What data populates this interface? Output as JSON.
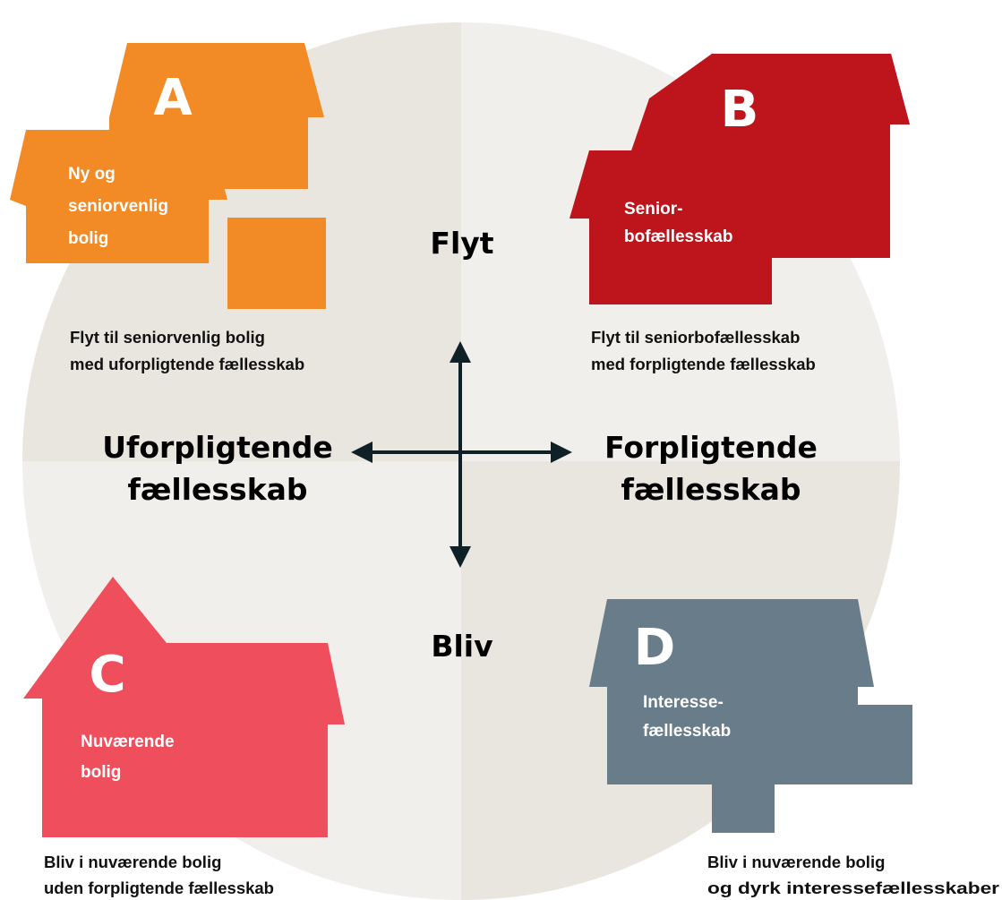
{
  "colors": {
    "circle_light": "#F1EFEB",
    "circle_dark": "#E9E5DF",
    "house_a": "#F28A25",
    "house_b": "#BE141C",
    "house_c": "#EF4F5C",
    "house_d": "#687C89",
    "arrow": "#0F2026"
  },
  "axes": {
    "top": "Flyt",
    "bottom": "Bliv",
    "left": [
      "Uforpligtende",
      "fællesskab"
    ],
    "right": [
      "Forpligtende",
      "fællesskab"
    ]
  },
  "quadrants": {
    "a": {
      "letter": "A",
      "house_lines": [
        "Ny og",
        "seniorvenlig",
        "bolig"
      ],
      "caption_lines": [
        "Flyt til seniorvenlig bolig",
        "med uforpligtende fællesskab"
      ]
    },
    "b": {
      "letter": "B",
      "house_lines": [
        "Senior-",
        "bofællesskab"
      ],
      "caption_lines": [
        "Flyt til seniorbofællesskab",
        "med forpligtende fællesskab"
      ]
    },
    "c": {
      "letter": "C",
      "house_lines": [
        "Nuværende",
        "bolig"
      ],
      "caption_lines": [
        "Bliv i nuværende bolig",
        "uden forpligtende fællesskab"
      ]
    },
    "d": {
      "letter": "D",
      "house_lines": [
        "Interesse-",
        "fællesskab"
      ],
      "caption_lines": [
        "Bliv i nuværende bolig",
        "og dyrk interessefællesskaber"
      ]
    }
  }
}
